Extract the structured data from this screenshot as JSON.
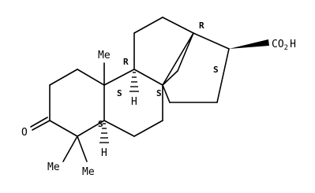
{
  "molecule": {
    "oxygen": "O",
    "carboxyl_group": {
      "main": "CO",
      "subscript": "2",
      "tail": "H"
    },
    "methyls": [
      "Me",
      "Me",
      "Me"
    ],
    "hydrogens": [
      "H",
      "H"
    ],
    "stereo_labels": [
      "R",
      "R",
      "S",
      "S",
      "S",
      "S"
    ]
  },
  "colors": {
    "ink": "#000000",
    "background": "#ffffff"
  }
}
